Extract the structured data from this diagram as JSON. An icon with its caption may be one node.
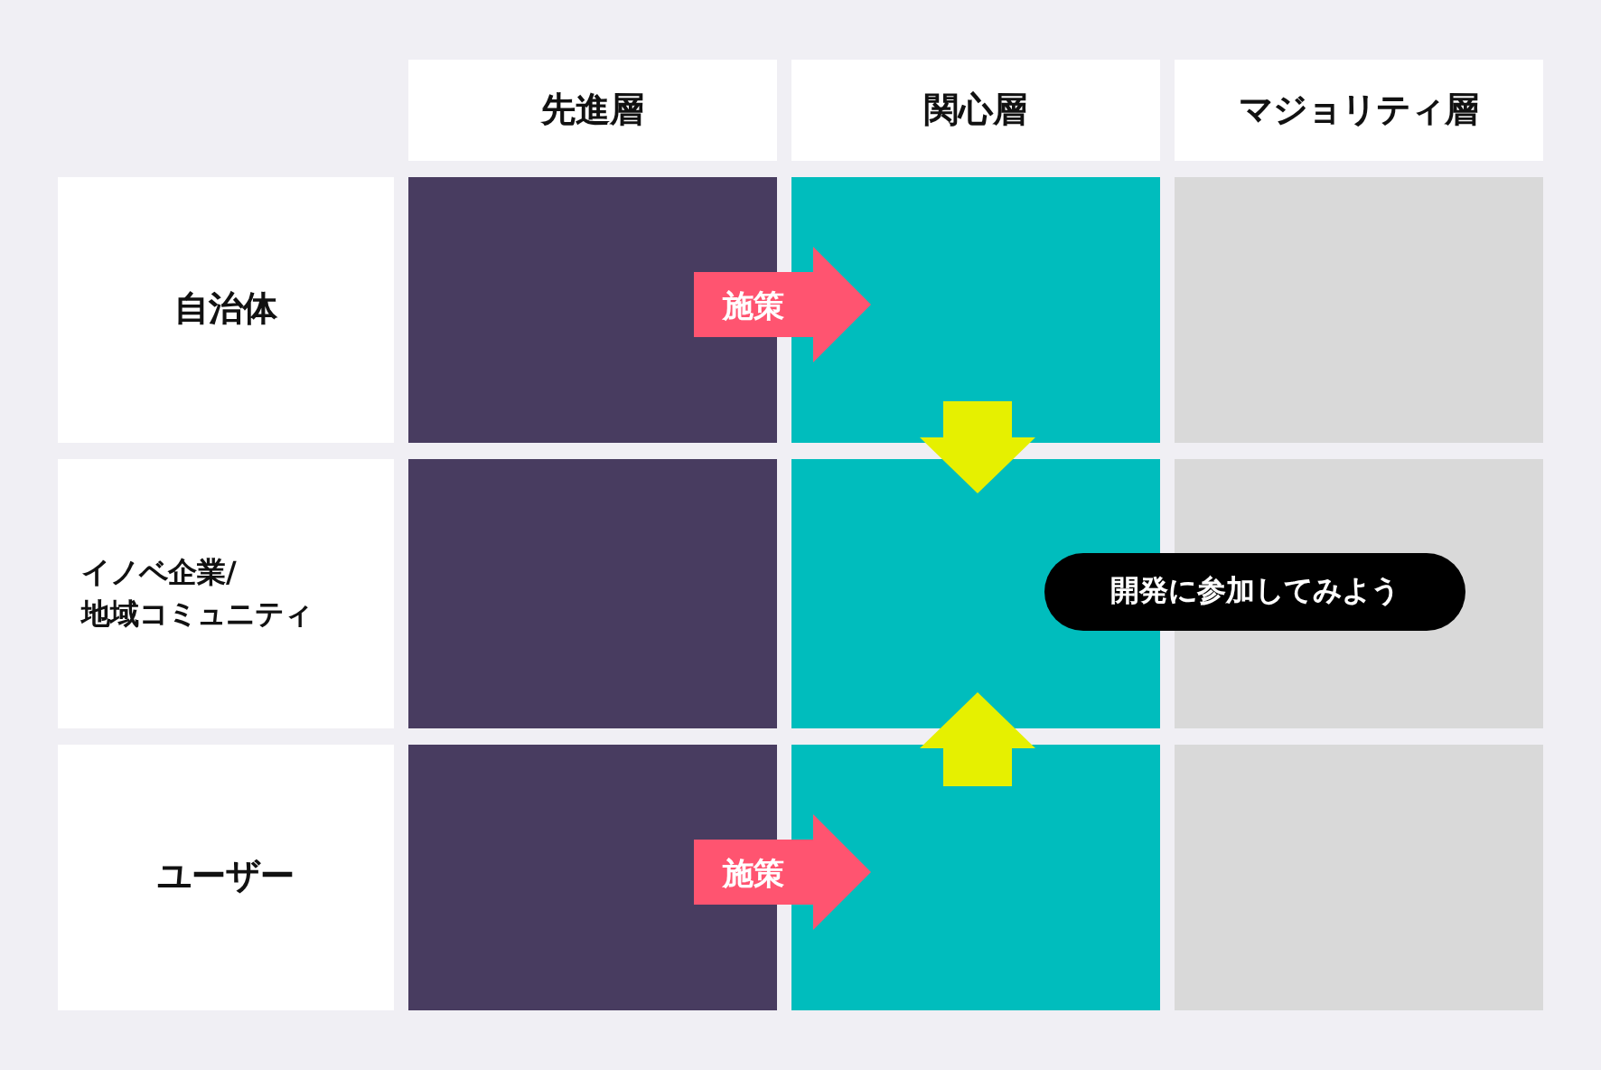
{
  "diagram": {
    "nodes": [
      {
        "text": [
          "先進層"
        ]
      },
      {
        "text": [
          "関心層"
        ]
      },
      {
        "text": [
          "マジョリティ層"
        ]
      },
      {
        "text": [
          "自治体"
        ]
      },
      {
        "text": [],
        "shape": "box"
      },
      {
        "text": [],
        "shape": "box"
      },
      {
        "text": [],
        "shape": "box"
      },
      {
        "text": [
          "イノベ企業/地域コミュニティ"
        ]
      },
      {
        "text": [],
        "shape": "box"
      },
      {
        "text": [],
        "shape": "box"
      },
      {
        "text": [],
        "shape": "box"
      },
      {
        "text": [
          "ユーザー"
        ]
      },
      {
        "text": [],
        "shape": "box"
      },
      {
        "text": [],
        "shape": "box"
      },
      {
        "text": [],
        "shape": "box"
      },
      {
        "text": [
          "開発に参加してみよう"
        ]
      }
    ],
    "edges": [
      {
        "from": 4,
        "to": 5,
        "arrow": "to",
        "label": "施策",
        "color": "#ff5470"
      },
      {
        "from": 5,
        "to": 9,
        "arrow": "to",
        "color": "#e6f000"
      },
      {
        "from": 13,
        "to": 9,
        "arrow": "to",
        "color": "#e6f000"
      },
      {
        "from": 12,
        "to": 13,
        "arrow": "to",
        "label": "施策",
        "color": "#ff5470"
      }
    ]
  }
}
